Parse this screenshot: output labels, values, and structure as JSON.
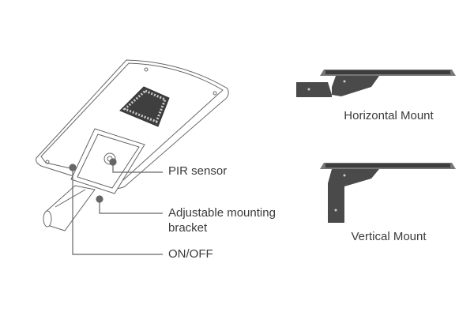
{
  "callouts": {
    "pir_sensor": "PIR sensor",
    "bracket_line1": "Adjustable mounting",
    "bracket_line2": "bracket",
    "on_off": "ON/OFF"
  },
  "mounts": {
    "horizontal": "Horizontal Mount",
    "vertical": "Vertical Mount"
  },
  "colors": {
    "line": "#555555",
    "callout": "#666666",
    "bracket_dark": "#4a4a4a",
    "text": "#3a3a3a"
  }
}
